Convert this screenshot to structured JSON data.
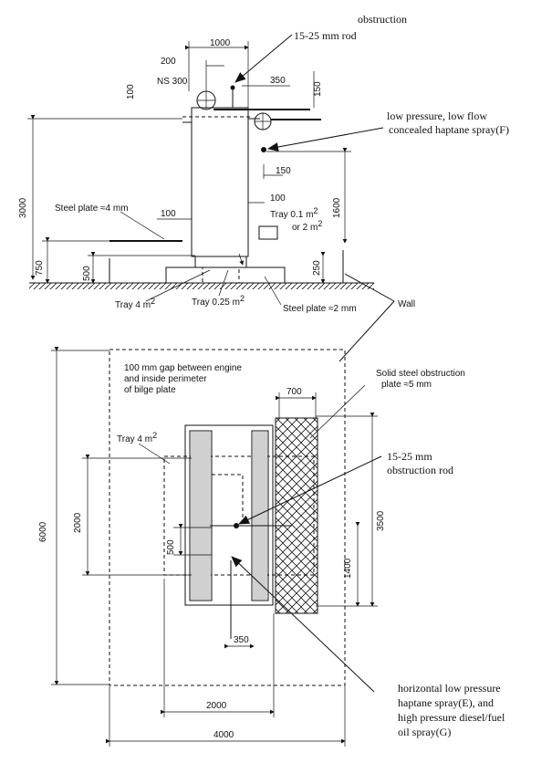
{
  "side_view": {
    "obstruction": "obstruction",
    "rod": "15-25 mm rod",
    "d1000": "1000",
    "d200": "200",
    "ns300": "NS 300",
    "d100_top": "100",
    "d350": "350",
    "d150_top": "150",
    "spray_f_line1": "low pressure, low flow",
    "spray_f_line2": "concealed haptane spray(F)",
    "d3000": "3000",
    "d150_mid": "150",
    "d1600": "1600",
    "steel4": "Steel plate ≈4 mm",
    "d100_left": "100",
    "d100_right": "100",
    "tray01_a": "Tray 0.1 m",
    "tray01_b": "or 2 m",
    "sup2": "2",
    "d750": "750",
    "d500": "500",
    "d250": "250",
    "tray4": "Tray 4 m",
    "tray025": "Tray 0.25 m",
    "steel2": "Steel plate ≈2 mm",
    "wall": "Wall"
  },
  "plan_view": {
    "gap_1": "100 mm gap between engine",
    "gap_2": "and inside perimeter",
    "gap_3": "of bilge plate",
    "solid_1": "Solid steel obstruction",
    "solid_2": "plate ≈5 mm",
    "d700": "700",
    "tray4": "Tray 4 m",
    "rod_1": "15-25 mm",
    "rod_2": "obstruction rod",
    "d6000": "6000",
    "d2000_v": "2000",
    "d500": "500",
    "d3500": "3500",
    "d1400": "1400",
    "d350": "350",
    "spray_eg_1": "horizontal low pressure",
    "spray_eg_2": "haptane spray(E), and",
    "spray_eg_3": "high pressure diesel/fuel",
    "spray_eg_4": "oil spray(G)",
    "d2000_h": "2000",
    "d4000": "4000"
  }
}
